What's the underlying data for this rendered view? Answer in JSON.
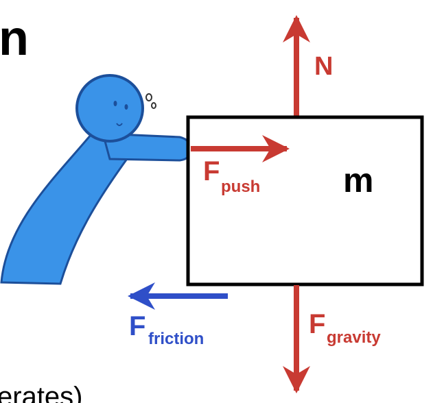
{
  "slide": {
    "title_fragment": "n",
    "bottom_fragment": "erates)"
  },
  "diagram": {
    "mass_label": "m",
    "normal_label": "N",
    "push_label": {
      "main": "F",
      "sub": "push"
    },
    "friction_label": {
      "main": "F",
      "sub": "friction"
    },
    "gravity_label": {
      "main": "F",
      "sub": "gravity"
    }
  },
  "colors": {
    "red_arrow": "#c83a32",
    "blue_arrow": "#2f4fc8",
    "person_blue": "#3a93e8",
    "outline": "#000000",
    "background": "#ffffff"
  },
  "icons": {
    "person": "stick-figure-pushing",
    "sweat": "sweat-drops"
  }
}
